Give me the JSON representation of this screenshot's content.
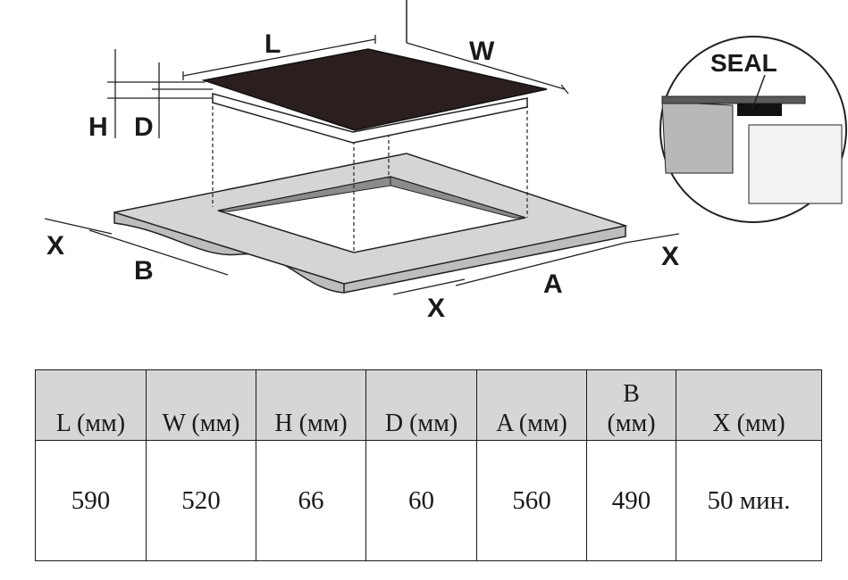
{
  "diagram": {
    "labels": {
      "L": "L",
      "W": "W",
      "H": "H",
      "D": "D",
      "A": "A",
      "B": "B",
      "X_left": "X",
      "X_right": "X",
      "X_bottom": "X",
      "seal": "SEAL"
    }
  },
  "table": {
    "headers": [
      {
        "key": "L",
        "line1": "",
        "line2": "L  (мм)"
      },
      {
        "key": "W",
        "line1": "",
        "line2": "W  (мм)"
      },
      {
        "key": "H",
        "line1": "",
        "line2": "H (мм)"
      },
      {
        "key": "D",
        "line1": "",
        "line2": "D (мм)"
      },
      {
        "key": "A",
        "line1": "",
        "line2": "A  (мм)"
      },
      {
        "key": "B",
        "line1": "B",
        "line2": "(мм)"
      },
      {
        "key": "X",
        "line1": "",
        "line2": "X  (мм)"
      }
    ],
    "values": [
      "590",
      "520",
      "66",
      "60",
      "560",
      "490",
      "50 мин."
    ]
  }
}
